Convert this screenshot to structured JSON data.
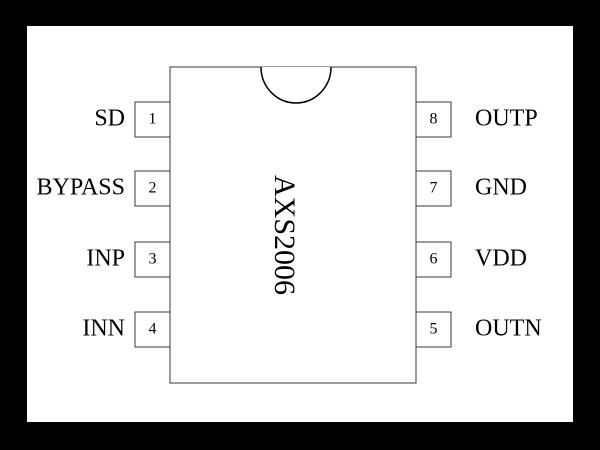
{
  "chip": {
    "name": "AXS2006"
  },
  "pins": {
    "left": [
      {
        "number": "1",
        "name": "SD"
      },
      {
        "number": "2",
        "name": "BYPASS"
      },
      {
        "number": "3",
        "name": "INP"
      },
      {
        "number": "4",
        "name": "INN"
      }
    ],
    "right": [
      {
        "number": "8",
        "name": "OUTP"
      },
      {
        "number": "7",
        "name": "GND"
      },
      {
        "number": "6",
        "name": "VDD"
      },
      {
        "number": "5",
        "name": "OUTN"
      }
    ]
  },
  "colors": {
    "background": "#000000",
    "panel": "#ffffff",
    "line": "#3a3a3a",
    "text": "#000000"
  }
}
